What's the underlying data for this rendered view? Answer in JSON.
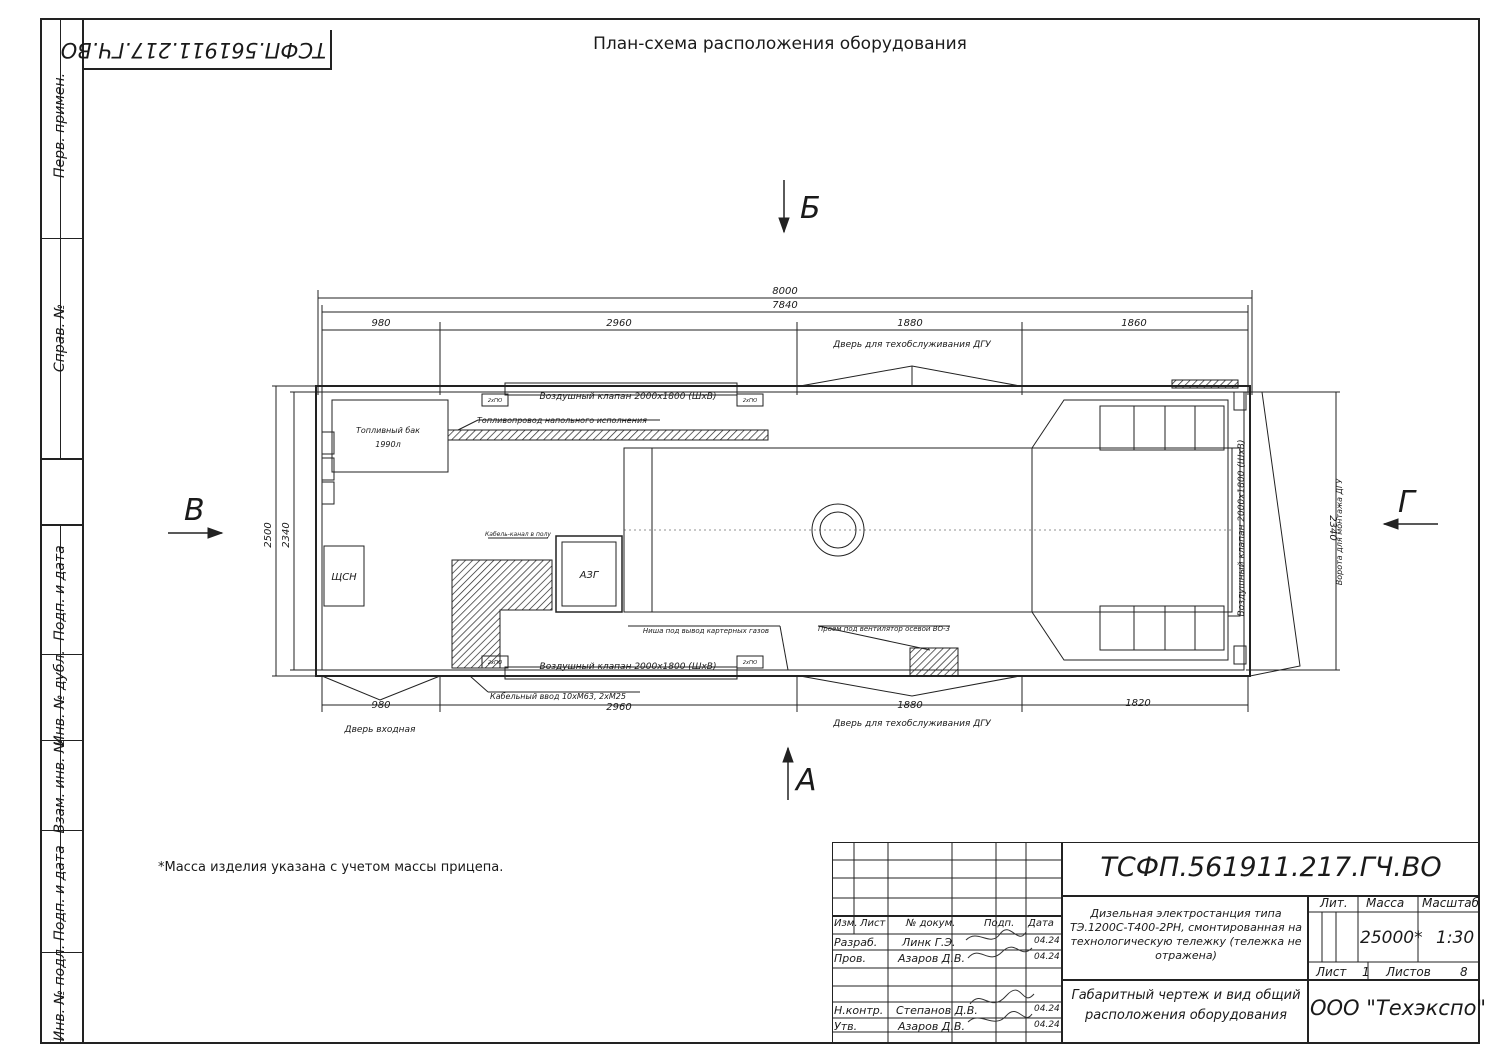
{
  "sheet": {
    "title": "План-схема расположения оборудования",
    "corner_code_rotated": "ТСФП.561911.217.ГЧ.ВО",
    "note": "*Масса изделия указана с учетом массы прицепа."
  },
  "left_strip": {
    "perv_primen": "Перв. примен.",
    "sprav_no": "Справ. №",
    "podp_data_top": "Подп. и дата",
    "inv_dubl": "Инв. № дубл.",
    "vzam_inv": "Взам. инв. №",
    "podp_data_bottom": "Подп. и дата",
    "inv_podl": "Инв. № подл."
  },
  "view_markers": {
    "top": "Б",
    "bottom": "А",
    "left": "В",
    "right": "Г"
  },
  "dimensions": {
    "overall": "8000",
    "inner": "7840",
    "top_segments": [
      "980",
      "2960",
      "1880",
      "1860"
    ],
    "bottom_segments": [
      "980",
      "2960",
      "1880",
      "1820"
    ],
    "height_outer": "2500",
    "height_inner": "2340",
    "height_right": "2340"
  },
  "labels": {
    "door_service_top": "Дверь для техобслуживания ДГУ",
    "door_service_bottom": "Дверь для техобслуживания ДГУ",
    "door_entry": "Дверь входная",
    "air_valve_top": "Воздушный клапан 2000х1800 (ШхВ)",
    "air_valve_bottom": "Воздушный клапан 2000х1800 (ШхВ)",
    "air_valve_right": "Воздушный клапан 2000х1800 (ШхВ)",
    "fuel_line": "Топливопровод напольного исполнения",
    "fuel_tank": "Топливный бак",
    "fuel_tank_volume": "1990л",
    "cable_channel": "Кабель-канал в полу",
    "avr": "АЗГ",
    "shsn": "ЩСН",
    "exhaust_niche": "Ниша под вывод картерных газов",
    "fan_opening": "Проем под вентилятор осевой ВО-3",
    "cable_entry": "Кабельный ввод 10хМ63, 2хМ25",
    "gate": "Ворота для монтажа ДГУ",
    "small_box": "2хГЮ"
  },
  "title_block": {
    "doc_code": "ТСФП.561911.217.ГЧ.ВО",
    "product_name": "Дизельная электростанция типа ТЭ.1200С-Т400-2РН, смонтированная на технологическую тележку (тележка не отражена)",
    "doc_name": "Габаритный чертеж и вид общий расположения оборудования",
    "company": "ООО \"Техэкспо\"",
    "lit_header": "Лит.",
    "mass_header": "Масса",
    "scale_header": "Масштаб",
    "mass": "25000*",
    "scale": "1:30",
    "sheet_label": "Лист",
    "sheet_no": "1",
    "sheets_label": "Листов",
    "sheets_total": "8",
    "col_izm": "Изм.",
    "col_list": "Лист",
    "col_docum": "№ докум.",
    "col_podp": "Подп.",
    "col_data": "Дата",
    "row_razrab": "Разраб.",
    "row_prov": "Пров.",
    "row_nkontr": "Н.контр.",
    "row_utv": "Утв.",
    "name_razrab": "Линк Г.Э.",
    "name_prov": "Азаров Д.В.",
    "name_nkontr": "Степанов Д.В.",
    "name_utv": "Азаров Д.В.",
    "date_razrab": "04.24",
    "date_prov": "04.24",
    "date_nkontr": "04.24",
    "date_utv": "04.24"
  }
}
